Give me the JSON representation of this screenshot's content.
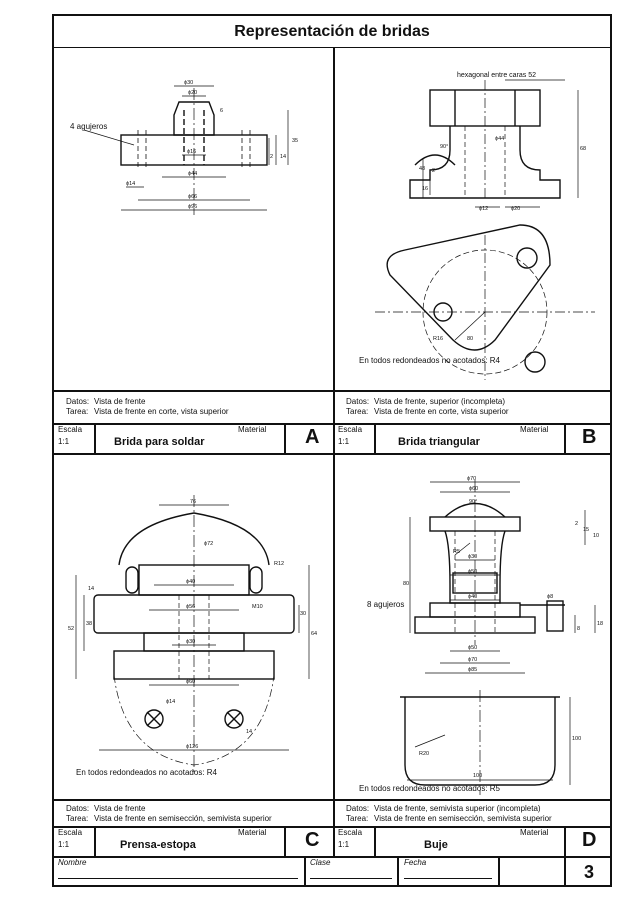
{
  "sheet": {
    "title": "Representación de bridas",
    "page_number": "3"
  },
  "panels": {
    "A": {
      "letter": "A",
      "name": "Brida para soldar",
      "scale_label": "Escala",
      "scale_value": "1:1",
      "material_label": "Material",
      "datos": "Vista de frente",
      "tarea": "Vista de frente en corte, vista superior",
      "callout": "4 agujeros",
      "dims": [
        "ϕ30",
        "ϕ20",
        "6",
        "35",
        "2",
        "14",
        "ϕ16",
        "ϕ44",
        "ϕ14",
        "ϕ66",
        "ϕ96"
      ]
    },
    "B": {
      "letter": "B",
      "name": "Brida triangular",
      "scale_label": "Escala",
      "scale_value": "1:1",
      "material_label": "Material",
      "datos": "Vista de frente, superior (incompleta)",
      "tarea": "Vista de frente en corte, vista superior",
      "callout": "hexagonal entre caras 52",
      "note": "En todos redondeados no acotados: R4",
      "dims": [
        "ϕ44",
        "90°",
        "48",
        "68",
        "2",
        "16",
        "ϕ12",
        "ϕ20",
        "R16",
        "80"
      ]
    },
    "C": {
      "letter": "C",
      "name": "Prensa-estopa",
      "scale_label": "Escala",
      "scale_value": "1:1",
      "material_label": "Material",
      "datos": "Vista de frente",
      "tarea": "Vista de frente en semisección, semivista superior",
      "note": "En todos redondeados no acotados: R4",
      "dims": [
        "76",
        "ϕ72",
        "R12",
        "14",
        "ϕ40",
        "38",
        "52",
        "ϕ56",
        "M10",
        "30",
        "64",
        "ϕ30",
        "ϕ60",
        "ϕ14",
        "14",
        "ϕ126"
      ]
    },
    "D": {
      "letter": "D",
      "name": "Buje",
      "scale_label": "Escala",
      "scale_value": "1:1",
      "material_label": "Material",
      "datos": "Vista de frente, semivista superior (incompleta)",
      "tarea": "Vista de frente en semisección, semivista superior",
      "callout": "8 agujeros",
      "note": "En todos redondeados no acotados: R5",
      "dims": [
        "ϕ70",
        "ϕ60",
        "90°",
        "2",
        "15",
        "10",
        "R5",
        "ϕ30",
        "80",
        "ϕ50",
        "ϕ40",
        "ϕ8",
        "18",
        "8",
        "ϕ50",
        "ϕ70",
        "ϕ85",
        "100",
        "R20",
        "100"
      ]
    }
  },
  "labels": {
    "datos": "Datos:",
    "tarea": "Tarea:"
  },
  "footer": {
    "nombre": "Nombre",
    "clase": "Clase",
    "fecha": "Fecha"
  }
}
